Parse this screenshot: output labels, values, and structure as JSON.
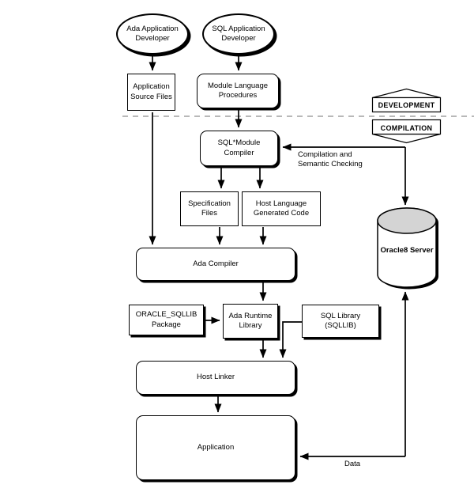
{
  "diagram": {
    "type": "flowchart",
    "nodes": {
      "ada_developer": "Ada Application Developer",
      "sql_developer": "SQL Application Developer",
      "app_source_files": "Application Source Files",
      "module_lang_procs": "Module Language Procedures",
      "sql_module_compiler": "SQL*Module Compiler",
      "spec_files": "Specification Files",
      "host_lang_code": "Host Language Generated Code",
      "ada_compiler": "Ada Compiler",
      "oracle_sqllib": "ORACLE_SQLLIB Package",
      "ada_runtime": "Ada Runtime Library",
      "sql_library": "SQL Library (SQLLIB)",
      "host_linker": "Host Linker",
      "application": "Application",
      "oracle8_server": "Oracle8 Server"
    },
    "phases": {
      "development": "DEVELOPMENT",
      "compilation": "COMPILATION"
    },
    "edge_labels": {
      "compilation_checking": "Compilation and Semantic Checking",
      "data": "Data"
    },
    "colors": {
      "line": "#000000",
      "cylinder_top": "#d4d4d4",
      "divider": "#b8b8b8",
      "background": "#ffffff"
    }
  }
}
